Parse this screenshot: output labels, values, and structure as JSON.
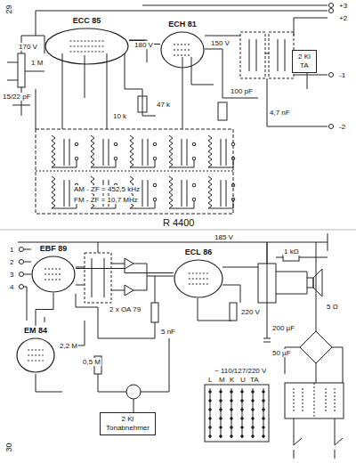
{
  "diagram": {
    "nodes": [
      {
        "text": [
          "ECC 85"
        ]
      },
      {
        "text": [
          "ECH 81"
        ]
      },
      {
        "text": [
          "2 Kl",
          "TA"
        ]
      },
      {
        "text": [
          "EBF 89"
        ]
      },
      {
        "text": [
          "ECL 86"
        ]
      },
      {
        "text": [
          "EM 84"
        ]
      },
      {
        "text": [
          "2 Kl",
          "Tonabnehmer"
        ]
      }
    ],
    "edges": [
      {
        "from": 0,
        "to": 1,
        "arrow": "none"
      },
      {
        "from": 3,
        "to": 4,
        "arrow": "none"
      },
      {
        "from": 3,
        "to": 5,
        "arrow": "none"
      }
    ],
    "labels": [
      "29",
      "30",
      "AM - ZF = 452,5 kHz",
      "FM - ZF = 10,7 MHz",
      "R 4400",
      "+3",
      "+2",
      "-1",
      "-2",
      "15/22 pF",
      "170 V",
      "180 V",
      "150 V",
      "47 k",
      "1 M",
      "10 k",
      "100 pF",
      "4,7 nF",
      "1",
      "2",
      "3",
      "4",
      "2,2 M",
      "0,5 M",
      "2 x OA 79",
      "5 nF",
      "185 V",
      "220 V",
      "200 µF",
      "50 µF",
      "~ 110/127/220 V",
      "1 kΩ",
      "5 Ω",
      "L",
      "M",
      "K",
      "U",
      "TA"
    ]
  }
}
